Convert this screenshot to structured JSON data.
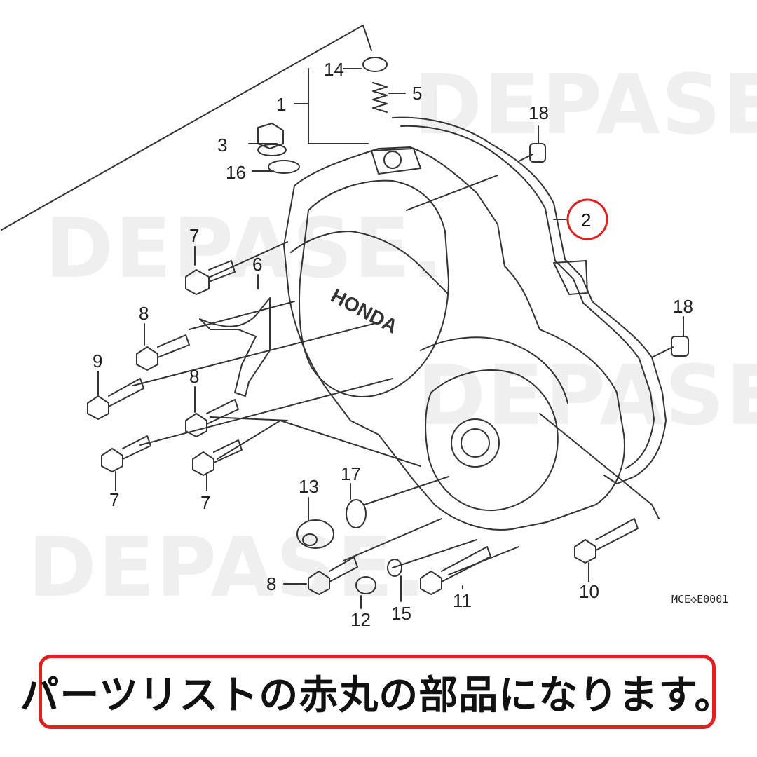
{
  "watermark_text": "DEPASE.",
  "diagram_code": "MCE◇E0001",
  "caption": "パーツリストの赤丸の部品になります。",
  "highlight_color": "#e02020",
  "highlighted_part": "2",
  "part_labels": {
    "p1": "1",
    "p2": "2",
    "p3": "3",
    "p5": "5",
    "p6": "6",
    "p7a": "7",
    "p7b": "7",
    "p7c": "7",
    "p8a": "8",
    "p8b": "8",
    "p8c": "8",
    "p9": "9",
    "p10": "10",
    "p11": "11",
    "p12": "12",
    "p13": "13",
    "p14": "14",
    "p15": "15",
    "p16": "16",
    "p17": "17",
    "p18a": "18",
    "p18b": "18"
  },
  "cover_logo": "HONDA"
}
